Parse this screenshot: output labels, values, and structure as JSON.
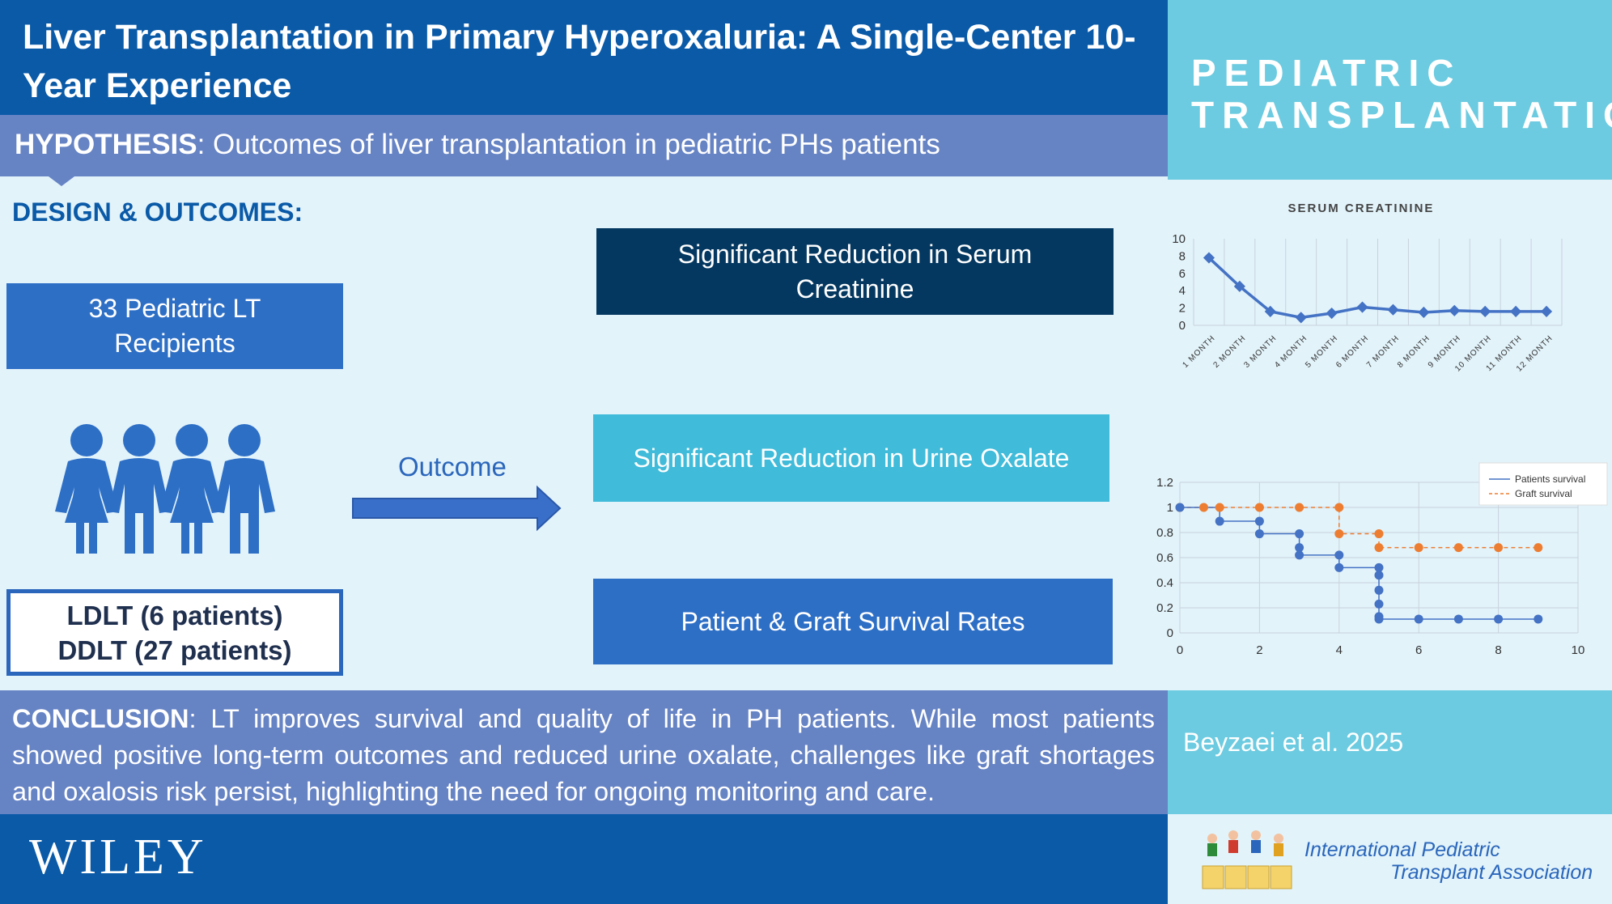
{
  "header": {
    "title": "Liver Transplantation in Primary Hyperoxaluria: A Single-Center 10-Year Experience",
    "journal": "PEDIATRIC\nTRANSPLANTATION"
  },
  "hypothesis": {
    "label": "HYPOTHESIS",
    "text": ": Outcomes of liver transplantation in pediatric PHs patients"
  },
  "design": {
    "label": "DESIGN & OUTCOMES:",
    "recipients": "33 Pediatric LT Recipients",
    "split_line1": "LDLT (6 patients)",
    "split_line2": "DDLT (27 patients)",
    "outcome_label": "Outcome"
  },
  "outcomes": {
    "creatinine": "Significant Reduction in Serum Creatinine",
    "oxalate": "Significant Reduction in Urine Oxalate",
    "survival": "Patient & Graft Survival Rates"
  },
  "conclusion": {
    "label": "CONCLUSION",
    "text": ": LT improves survival and quality of life in PH patients. While most patients showed positive long-term outcomes and reduced urine oxalate, challenges like graft shortages and oxalosis risk persist, highlighting the need for ongoing monitoring and care."
  },
  "citation": "Beyzaei et al. 2025",
  "footer": {
    "publisher": "WILEY",
    "ipta_line1": "International Pediatric",
    "ipta_line2": "Transplant Association"
  },
  "colors": {
    "primary_blue": "#0a5aa8",
    "light_blue": "#6ccbe0",
    "periwinkle": "#6683c4",
    "navy": "#053860",
    "cyan": "#40bbd9",
    "series_blue": "#4472c4",
    "series_orange": "#ed7d31"
  },
  "chart_data": [
    {
      "type": "line",
      "title": "SERUM CREATININE",
      "categories": [
        "1 MONTH",
        "2 MONTH",
        "3 MONTH",
        "4 MONTH",
        "5 MONTH",
        "6 MONTH",
        "7 MONTH",
        "8 MONTH",
        "9 MONTH",
        "10 MONTH",
        "11 MONTH",
        "12 MONTH"
      ],
      "values": [
        7.8,
        4.5,
        1.6,
        0.9,
        1.4,
        2.1,
        1.8,
        1.5,
        1.7,
        1.6,
        1.6,
        1.6
      ],
      "ylim": [
        0,
        10
      ],
      "yticks": [
        0,
        2,
        4,
        6,
        8,
        10
      ],
      "grid": "vertical",
      "xlabel": "",
      "ylabel": ""
    },
    {
      "type": "line",
      "step": true,
      "xlim": [
        0,
        10
      ],
      "ylim": [
        0,
        1.2
      ],
      "xticks": [
        0,
        2,
        4,
        6,
        8,
        10
      ],
      "yticks": [
        0,
        0.2,
        0.4,
        0.6,
        0.8,
        1,
        1.2
      ],
      "legend": "top-right",
      "xlabel": "",
      "ylabel": "",
      "series": [
        {
          "name": "Patients survival",
          "style": "solid",
          "x": [
            0,
            1,
            2,
            2,
            3,
            3,
            3,
            4,
            4,
            5,
            5,
            5,
            5,
            5,
            5,
            6,
            7,
            8,
            9
          ],
          "y": [
            1,
            0.89,
            0.89,
            0.79,
            0.79,
            0.68,
            0.62,
            0.62,
            0.52,
            0.52,
            0.46,
            0.34,
            0.23,
            0.13,
            0.11,
            0.11,
            0.11,
            0.11,
            0.11
          ]
        },
        {
          "name": "Graft survival",
          "style": "dashed",
          "x": [
            0,
            0.6,
            1,
            2,
            3,
            4,
            4,
            5,
            5,
            6,
            7,
            8,
            9
          ],
          "y": [
            1,
            1,
            1,
            1,
            1,
            1,
            0.79,
            0.79,
            0.68,
            0.68,
            0.68,
            0.68,
            0.68
          ]
        }
      ]
    }
  ]
}
